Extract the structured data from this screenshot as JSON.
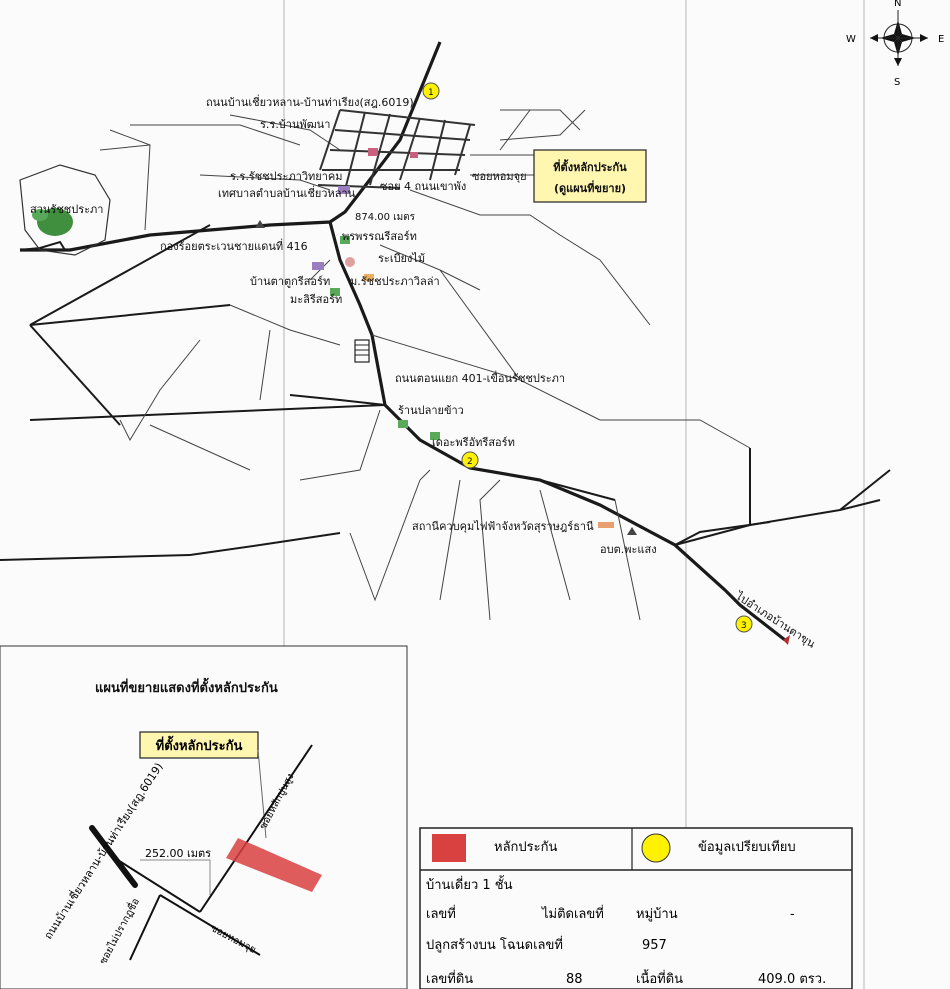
{
  "compass": {
    "n": "N",
    "s": "S",
    "e": "E",
    "w": "W"
  },
  "main_map": {
    "road_north": "ถนนบ้านเชี่ยวหลาน-บ้านท่าเรียง(สฎ.6019)",
    "school_1": "ร.ร.บ้านพัฒนา",
    "school_2": "ร.ร.รัชชประภาวิทยาคม",
    "municipality": "เทศบาลตำบลบ้านเชี่ยวหลาน",
    "soi_4": "ซอย 4 ถนนเขาพัง",
    "soi_hom": "ซอยหอมจุย",
    "distance_main": "874.00 เมตร",
    "park": "สวนรัชชประภา",
    "border_patrol": "กองร้อยตระเวนชายแดนที่ 416",
    "resort_1": "พรพรรณรีสอร์ท",
    "resort_2": "ระเบียงไม้",
    "villa": "ม.รัชชประภาวิลล่า",
    "resort_3": "บ้านตาตูกรีสอร์ท",
    "resort_4": "มะลิรีสอร์ท",
    "road_401": "ถนนตอนแยก 401-เขื่อนรัชชประภา",
    "restaurant": "ร้านปลายข้าว",
    "resort_5": "เดอะพรีอัทรีสอร์ท",
    "power_station": "สถานีควบคุมไฟฟ้าจังหวัดสุราษฎร์ธานี",
    "tambon_office": "อบต.พะแสง",
    "to_ta_khun": "ไปอำเภอบ้านตาขุน",
    "collateral_box": "ที่ตั้งหลักประกัน\n(ดูแผนที่ขยาย)",
    "points": [
      "1",
      "2",
      "3"
    ]
  },
  "inset_map": {
    "title": "แผนที่ขยายแสดงที่ตั้งหลักประกัน",
    "collateral_label": "ที่ตั้งหลักประกัน",
    "road_left": "ถนนบ้านเชี่ยวหลาน-บ้านท่าเรียง(สฎ.6019)",
    "distance": "252.00 เมตร",
    "soi_left": "ซอยไม่ปรากฏชื่อ",
    "soi_right_top": "ซอยหลักปูนสูง",
    "soi_bottom": "ซอยหอมจุย"
  },
  "legend": {
    "collateral": "หลักประกัน",
    "comparison": "ข้อมูลเปรียบเทียบ",
    "building_type": "บ้านเดี่ยว 1 ชั้น",
    "rows": [
      {
        "label": "เลขที่",
        "value": "ไม่ติดเลขที่",
        "label2": "หมู่บ้าน",
        "value2": "-"
      },
      {
        "label": "ปลูกสร้างบน โฉนดเลขที่",
        "value": "957"
      },
      {
        "label": "เลขที่ดิน",
        "value": "88",
        "label2": "เนื้อที่ดิน",
        "value2": "409.0   ตรว."
      }
    ]
  },
  "colors": {
    "collateral": "#d94040",
    "comparison_dot": "#fff200",
    "label_box": "#fff6b0"
  }
}
